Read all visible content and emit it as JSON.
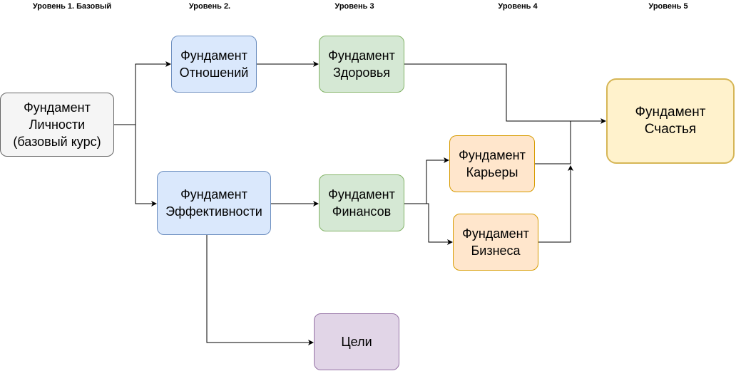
{
  "levels": [
    "Уровень 1. Базовый",
    "Уровень 2.",
    "Уровень 3",
    "Уровень 4",
    "Уровень 5"
  ],
  "nodes": {
    "lichnost": "Фундамент\nЛичности\n(базовый курс)",
    "otnosheniya": "Фундамент\nОтношений",
    "effektivnost": "Фундамент\nЭффективности",
    "zdorovie": "Фундамент\nЗдоровья",
    "finansy": "Фундамент\nФинансов",
    "tseli": "Цели",
    "karera": "Фундамент\nКарьеры",
    "biznes": "Фундамент\nБизнеса",
    "schastie": "Фундамент\nСчастья"
  },
  "colors": {
    "grey_fill": "#f5f5f5",
    "blue_fill": "#dae8fc",
    "green_fill": "#d5e8d4",
    "orange_fill": "#ffe6cc",
    "purple_fill": "#e1d5e7",
    "yellow_fill": "#fff2cc",
    "connector": "#000000"
  }
}
